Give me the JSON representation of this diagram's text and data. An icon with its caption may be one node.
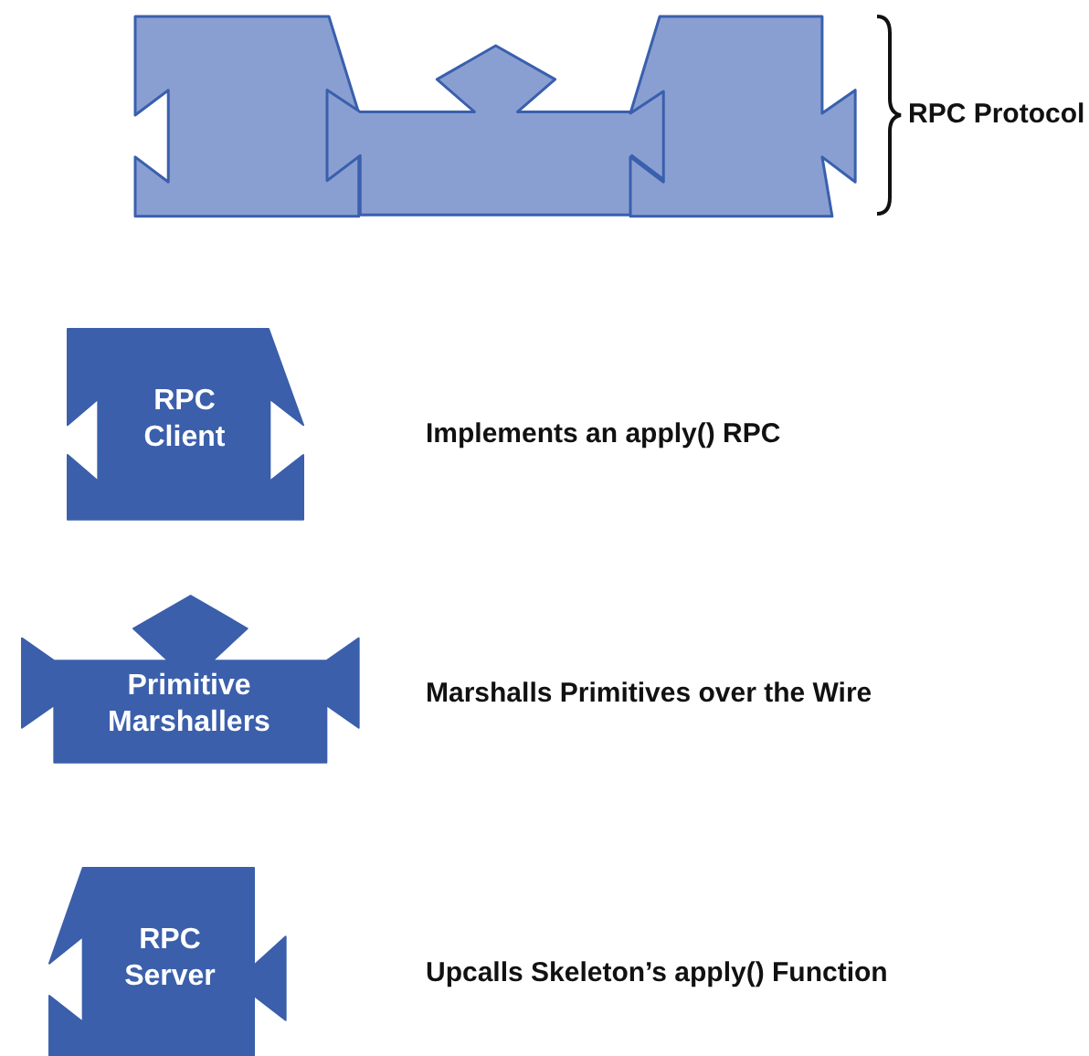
{
  "diagram": {
    "nodes": [
      {
        "text": [],
        "shape": "box"
      },
      {
        "text": [],
        "shape": "box"
      },
      {
        "text": [],
        "shape": "box"
      },
      {
        "text": [
          "RPC Client"
        ]
      },
      {
        "text": [
          "Primitive Marshallers"
        ]
      },
      {
        "text": [
          "RPC Server"
        ]
      }
    ],
    "labels": [
      "RPC Protocol",
      "Implements an apply() RPC",
      "Marshalls Primitives over the Wire",
      "Upcalls Skeleton’s apply() Function"
    ]
  }
}
